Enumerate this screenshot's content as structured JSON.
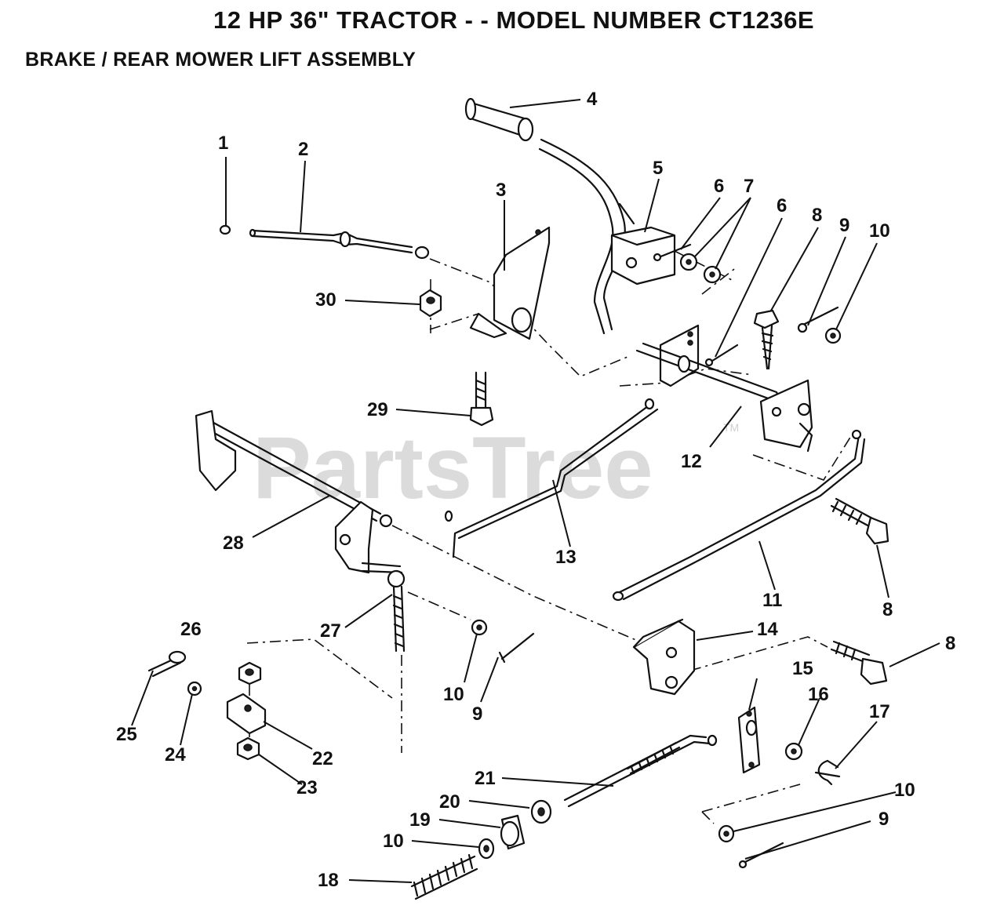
{
  "header": {
    "title": "12 HP 36\" TRACTOR - - MODEL NUMBER CT1236E",
    "subtitle": "BRAKE / REAR MOWER LIFT ASSEMBLY"
  },
  "watermark": {
    "text": "PartsTree",
    "trademark": "TM"
  },
  "callouts": [
    {
      "id": "c1",
      "label": "1"
    },
    {
      "id": "c2",
      "label": "2"
    },
    {
      "id": "c3",
      "label": "3"
    },
    {
      "id": "c4",
      "label": "4"
    },
    {
      "id": "c5",
      "label": "5"
    },
    {
      "id": "c6a",
      "label": "6"
    },
    {
      "id": "c7",
      "label": "7"
    },
    {
      "id": "c6b",
      "label": "6"
    },
    {
      "id": "c8a",
      "label": "8"
    },
    {
      "id": "c9a",
      "label": "9"
    },
    {
      "id": "c10a",
      "label": "10"
    },
    {
      "id": "c30",
      "label": "30"
    },
    {
      "id": "c29",
      "label": "29"
    },
    {
      "id": "c12",
      "label": "12"
    },
    {
      "id": "c28",
      "label": "28"
    },
    {
      "id": "c13",
      "label": "13"
    },
    {
      "id": "c11",
      "label": "11"
    },
    {
      "id": "c8b",
      "label": "8"
    },
    {
      "id": "c27",
      "label": "27"
    },
    {
      "id": "c26",
      "label": "26"
    },
    {
      "id": "c14",
      "label": "14"
    },
    {
      "id": "c8c",
      "label": "8"
    },
    {
      "id": "c10b",
      "label": "10"
    },
    {
      "id": "c9b",
      "label": "9"
    },
    {
      "id": "c15",
      "label": "15"
    },
    {
      "id": "c16",
      "label": "16"
    },
    {
      "id": "c17",
      "label": "17"
    },
    {
      "id": "c25",
      "label": "25"
    },
    {
      "id": "c24",
      "label": "24"
    },
    {
      "id": "c22",
      "label": "22"
    },
    {
      "id": "c23",
      "label": "23"
    },
    {
      "id": "c21",
      "label": "21"
    },
    {
      "id": "c10c",
      "label": "10"
    },
    {
      "id": "c20",
      "label": "20"
    },
    {
      "id": "c19",
      "label": "19"
    },
    {
      "id": "c9c",
      "label": "9"
    },
    {
      "id": "c10d",
      "label": "10"
    },
    {
      "id": "c18",
      "label": "18"
    }
  ]
}
